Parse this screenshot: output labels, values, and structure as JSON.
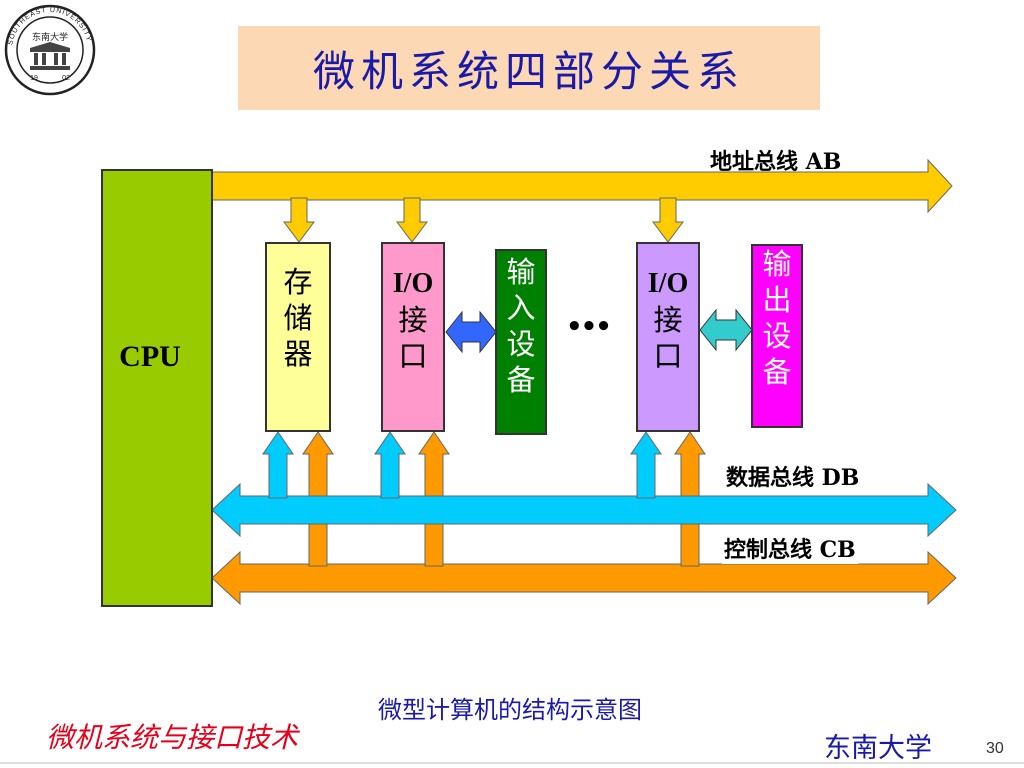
{
  "slide": {
    "title": "微机系统四部分关系",
    "caption": "微型计算机的结构示意图",
    "footer_left": "微机系统与接口技术",
    "footer_right": "东南大学",
    "page_number": "30"
  },
  "logo": {
    "center_text": "东南大学",
    "ring_text": "SOUTHEAST UNIVERSITY",
    "year_left": "19",
    "year_right": "02"
  },
  "diagram": {
    "cpu_label": "CPU",
    "memory_label": [
      "存",
      "储",
      "器"
    ],
    "io1_label": [
      "I/O",
      "接",
      "口"
    ],
    "input_device_label": [
      "输",
      "入",
      "设",
      "备"
    ],
    "ellipsis": "•••",
    "io2_label": [
      "I/O",
      "接",
      "口"
    ],
    "output_device_label": [
      "输",
      "出",
      "设",
      "备"
    ],
    "address_bus_label": "地址总线 AB",
    "data_bus_label": "数据总线 DB",
    "control_bus_label": "控制总线 CB"
  },
  "colors": {
    "title_bg": "#fdd8b4",
    "title_text": "#1a1aa8",
    "cpu": "#99cc00",
    "memory": "#ffff99",
    "io1": "#ff99cc",
    "input_device": "#008000",
    "io2": "#cc99ff",
    "output_device": "#ff00ff",
    "address_bus": "#ffcc00",
    "data_bus": "#00ccff",
    "control_bus": "#ff9900",
    "input_link": "#3366ff",
    "output_link": "#33cccc",
    "footer_left": "#e8001a",
    "footer_right": "#1a1aa8"
  }
}
